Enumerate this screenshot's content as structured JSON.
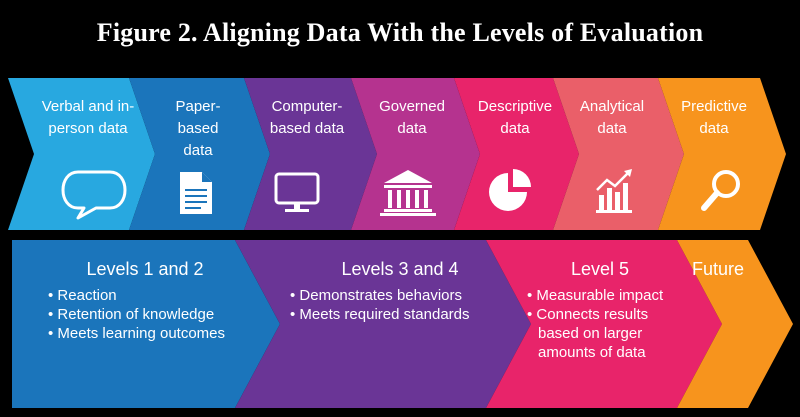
{
  "title": "Figure 2. Aligning Data With the Levels of Evaluation",
  "colors": {
    "cyan": "#28a8e0",
    "blue": "#1b75bb",
    "purple": "#6a3596",
    "magenta": "#b5338f",
    "pink": "#e8246a",
    "salmon": "#ea5f69",
    "orange": "#f7941d"
  },
  "data_types": [
    {
      "label": "Verbal and in-person data",
      "icon": "speech-bubble-icon"
    },
    {
      "label": "Paper-based data",
      "icon": "document-icon"
    },
    {
      "label": "Computer-based data",
      "icon": "monitor-icon"
    },
    {
      "label": "Governed data",
      "icon": "building-columns-icon"
    },
    {
      "label": "Descriptive data",
      "icon": "pie-chart-icon"
    },
    {
      "label": "Analytical data",
      "icon": "bar-chart-trend-icon"
    },
    {
      "label": "Predictive data",
      "icon": "magnifier-icon"
    }
  ],
  "levels": [
    {
      "title": "Levels 1 and 2",
      "bullets": [
        "Reaction",
        "Retention of knowledge",
        "Meets learning outcomes"
      ]
    },
    {
      "title": "Levels 3 and 4",
      "bullets": [
        "Demonstrates behaviors",
        "Meets required standards"
      ]
    },
    {
      "title": "Level 5",
      "bullets": [
        "Measurable impact",
        "Connects results based on larger amounts of data"
      ]
    },
    {
      "title": "Future",
      "bullets": []
    }
  ]
}
